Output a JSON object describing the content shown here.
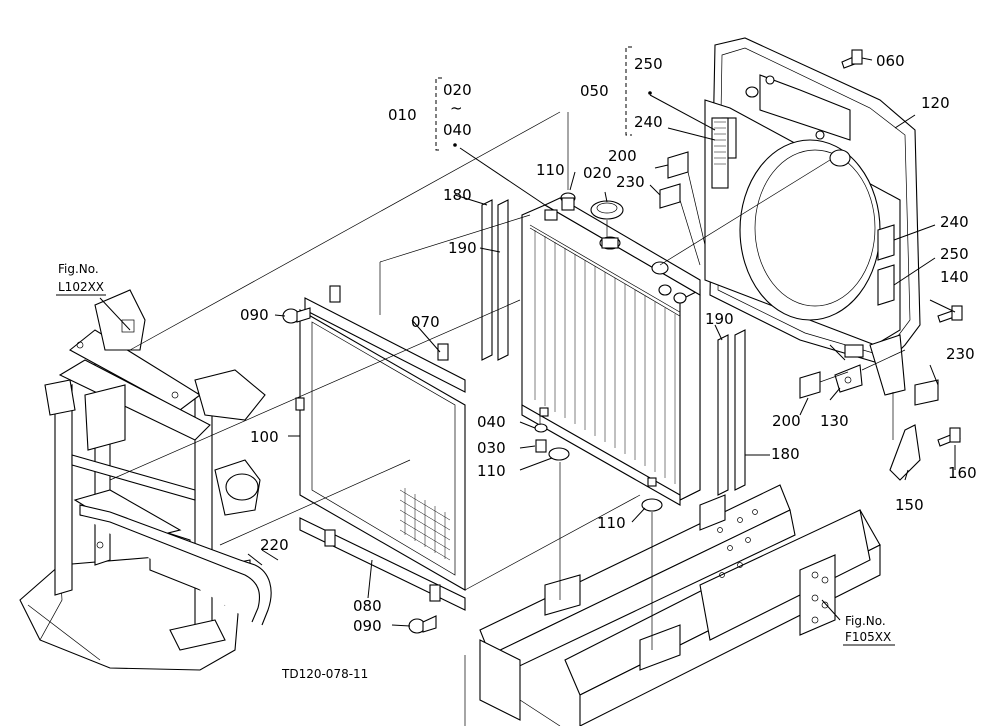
{
  "labels": {
    "p010": "010",
    "p020_top": "020",
    "p020_tilde": "~",
    "p040_top": "040",
    "p020_cap": "020",
    "p030": "030",
    "p040": "040",
    "p050": "050",
    "p060": "060",
    "p070": "070",
    "p080": "080",
    "p090_a": "090",
    "p090_b": "090",
    "p100": "100",
    "p110_a": "110",
    "p110_b": "110",
    "p110_c": "110",
    "p120": "120",
    "p130": "130",
    "p140": "140",
    "p150": "150",
    "p160": "160",
    "p180_a": "180",
    "p180_b": "180",
    "p190_a": "190",
    "p190_b": "190",
    "p200_a": "200",
    "p200_b": "200",
    "p220": "220",
    "p230_a": "230",
    "p230_b": "230",
    "p240_a": "240",
    "p240_b": "240",
    "p250_a": "250",
    "p250_b": "250"
  },
  "figrefs": {
    "left_title": "Fig.No.",
    "left_code": "L102XX",
    "right_title": "Fig.No.",
    "right_code": "F105XX"
  },
  "drawing_code": "TD120-078-11"
}
